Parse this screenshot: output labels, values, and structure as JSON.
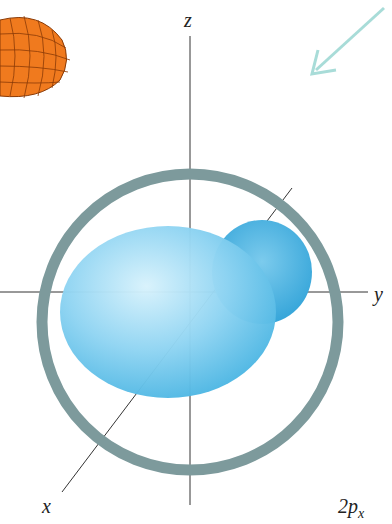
{
  "diagram": {
    "labels": [
      "z",
      "y",
      "x",
      "2p",
      "x"
    ]
  }
}
